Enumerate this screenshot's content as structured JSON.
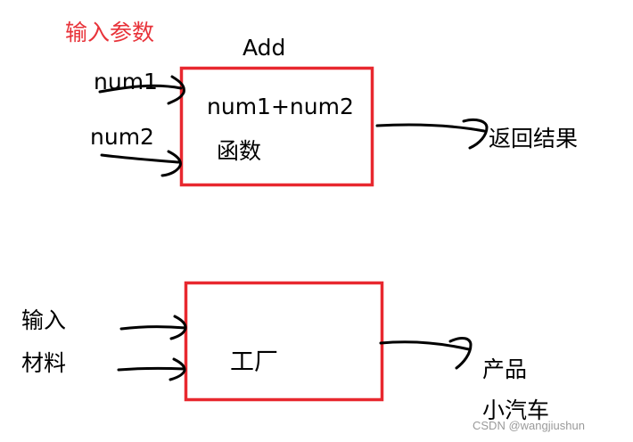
{
  "colors": {
    "box_border": "#e8282f",
    "heading": "#e8333a",
    "ink": "#000000",
    "watermark": "#9a9a9a"
  },
  "top_diagram": {
    "heading": "输入参数",
    "box_title": "Add",
    "inputs": [
      "num1",
      "num2"
    ],
    "expression": "num1+num2",
    "box_label": "函数",
    "output": "返回结果"
  },
  "bottom_diagram": {
    "inputs": [
      "输入",
      "材料"
    ],
    "box_label": "工厂",
    "outputs": [
      "产品",
      "小汽车"
    ]
  },
  "watermark": "CSDN @wangjiushun"
}
